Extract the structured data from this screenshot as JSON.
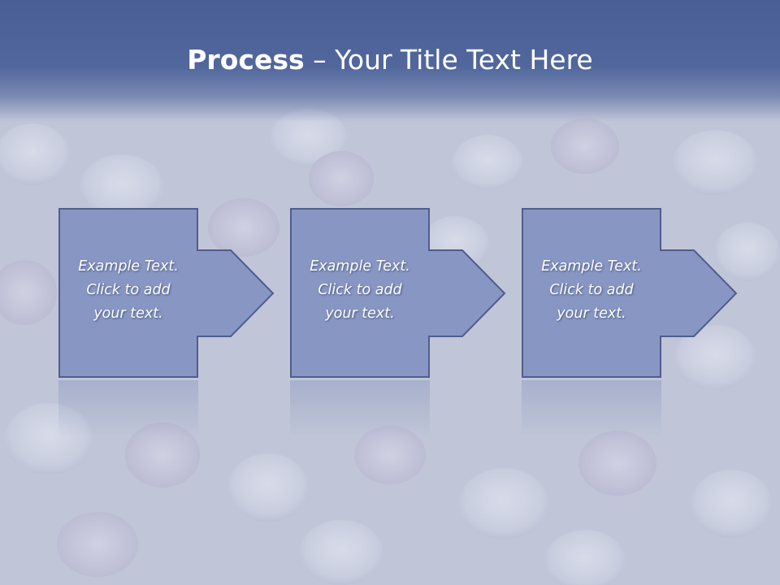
{
  "slide": {
    "title_bold": "Process",
    "title_rest": " – Your Title Text Here",
    "steps": [
      {
        "lines": [
          "Example Text.",
          "Click  to add",
          "your text."
        ]
      },
      {
        "lines": [
          "Example Text.",
          "Click  to add",
          "your text."
        ]
      },
      {
        "lines": [
          "Example Text.",
          "Click  to add",
          "your text."
        ]
      }
    ]
  },
  "colors": {
    "title_band": "#4a5e96",
    "box_fill": "#8796c3",
    "box_border": "#4f5e8c",
    "text": "#ffffff"
  }
}
